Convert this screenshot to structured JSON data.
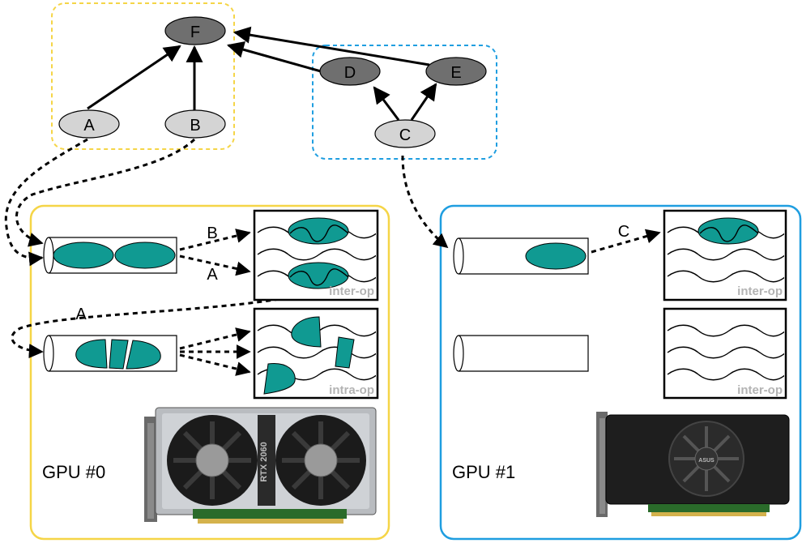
{
  "graph": {
    "nodes": {
      "A": "A",
      "B": "B",
      "C": "C",
      "D": "D",
      "E": "E",
      "F": "F"
    }
  },
  "labels": {
    "edge_b": "B",
    "edge_a_right": "A",
    "edge_a_left": "A",
    "edge_c": "C",
    "inter_op_1": "inter-op",
    "intra_op": "intra-op",
    "inter_op_2": "inter-op",
    "inter_op_3": "inter-op",
    "gpu0": "GPU #0",
    "gpu1": "GPU #1",
    "gpu0_card_text": "RTX 2060",
    "gpu1_card_text": "ASUS"
  },
  "colors": {
    "yellow": "#f5d547",
    "blue": "#1f9ee0",
    "teal": "#109a92",
    "dark_node": "#6f6f6f",
    "light_node": "#d4d4d4"
  },
  "icons": {
    "gpu0_image": "rtx-2060-graphics-card-icon",
    "gpu1_image": "asus-graphics-card-icon"
  }
}
